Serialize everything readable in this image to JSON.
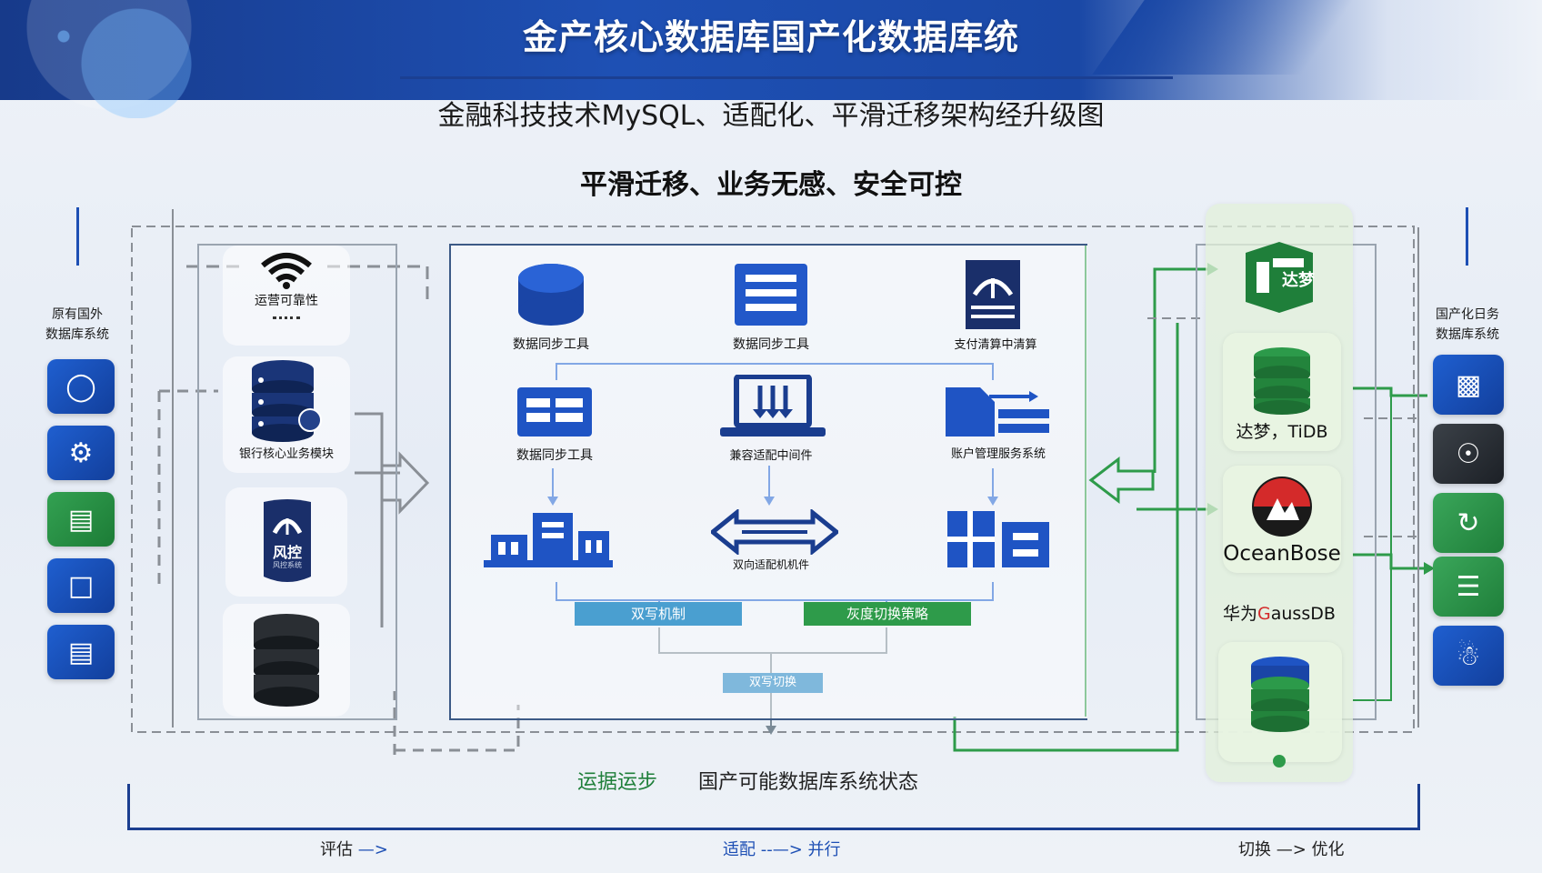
{
  "header": {
    "title": "金产核心数据库国产化数据库统",
    "subtitle": "金融科技技术MySQL、适配化、平滑迁移架构经升级图",
    "tagline": "平滑迁移、业务无感、安全可控"
  },
  "left_panel": {
    "label_line1": "原有国外",
    "label_line2": "数据库系统",
    "icons": [
      "database-frame-icon",
      "network-node-icon",
      "storage-icon",
      "document-icon",
      "file-copy-icon"
    ]
  },
  "source_column": {
    "items": [
      {
        "icon": "wifi-icon",
        "label": "运营可靠性"
      },
      {
        "icon": "database-stack-icon",
        "label": "银行核心业务模块"
      },
      {
        "icon": "shield-icon",
        "label": "风控",
        "sublabel": "风控系统"
      },
      {
        "icon": "database-dark-icon",
        "label": ""
      }
    ]
  },
  "center_panel": {
    "row1": [
      {
        "icon": "database-disk-icon",
        "label": "数据同步工具"
      },
      {
        "icon": "server-rack-icon",
        "label": "数据同步工具"
      },
      {
        "icon": "payment-building-icon",
        "label": "支付清算中清算"
      }
    ],
    "row2": [
      {
        "icon": "grid-table-icon",
        "label": "数据同步工具"
      },
      {
        "icon": "laptop-arrows-icon",
        "label": "兼容适配中间件"
      },
      {
        "icon": "account-server-icon",
        "label": "账户管理服务系统"
      }
    ],
    "row3": [
      {
        "icon": "bank-building-icon",
        "label": ""
      },
      {
        "icon": "double-arrow-icon",
        "label": "双向适配机机件"
      },
      {
        "icon": "office-building-icon",
        "label": ""
      }
    ],
    "pills": {
      "dual_write": "双写机制",
      "gray_switch": "灰度切换策略",
      "dual_switch": "双写切换"
    },
    "colors": {
      "blue_pill": "#4a9fd0",
      "green_pill": "#2e9b4a",
      "small_pill": "#7fb8dc"
    }
  },
  "target_column": {
    "items": [
      {
        "icon": "dameng-logo-icon",
        "label": "达梦"
      },
      {
        "icon": "database-green-icon",
        "label": "达梦，TiDB"
      },
      {
        "icon": "oceanbase-logo-icon",
        "label": "OceanBose"
      },
      {
        "icon": "gaussdb-icon",
        "label_prefix": "华为",
        "label_accent": "G",
        "label_rest": "aussDB"
      },
      {
        "icon": "database-blue-green-icon",
        "label": ""
      }
    ]
  },
  "right_panel": {
    "label_line1": "国产化日务",
    "label_line2": "数据库系统",
    "icons": [
      "id-card-icon",
      "lock-icon",
      "sync-icon",
      "list-icon",
      "branch-icon"
    ]
  },
  "bottom": {
    "sync_label": "运据运步",
    "state_label": "国产可能数据库系统状态",
    "phase1": "评估",
    "phase2a": "适配",
    "phase2b": "并行",
    "phase3a": "切换",
    "phase3b": "优化"
  }
}
